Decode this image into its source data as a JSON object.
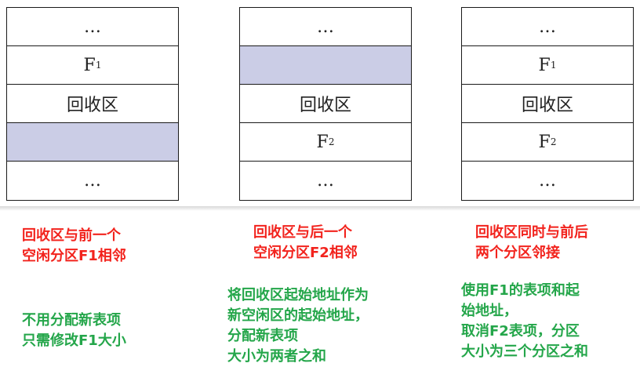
{
  "colors": {
    "free_block": "#cbcde6",
    "case_title": "#f2231d",
    "case_desc": "#24a64a",
    "border": "#1a1a1a"
  },
  "diagrams": [
    {
      "cells": [
        {
          "text": "…"
        },
        {
          "text": "F",
          "sub": "1"
        },
        {
          "text": "回收区"
        },
        {
          "text": "",
          "free": true
        },
        {
          "text": "…"
        }
      ]
    },
    {
      "cells": [
        {
          "text": "…"
        },
        {
          "text": "",
          "free": true
        },
        {
          "text": "回收区"
        },
        {
          "text": "F",
          "sub": "2"
        },
        {
          "text": "…"
        }
      ]
    },
    {
      "cells": [
        {
          "text": "…"
        },
        {
          "text": "F",
          "sub": "1"
        },
        {
          "text": "回收区"
        },
        {
          "text": "F",
          "sub": "2"
        },
        {
          "text": "…"
        }
      ]
    }
  ],
  "cases": [
    {
      "title": "回收区与前一个\n空闲分区F1相邻",
      "desc": "不用分配新表项\n只需修改F1大小"
    },
    {
      "title": "回收区与后一个\n空闲分区F2相邻",
      "desc": "将回收区起始地址作为\n新空闲区的起始地址，\n分配新表项\n大小为两者之和"
    },
    {
      "title": "回收区同时与前后\n两个分区邻接",
      "desc": "使用F1的表项和起\n始地址，\n取消F2表项，分区\n大小为三个分区之和"
    }
  ]
}
